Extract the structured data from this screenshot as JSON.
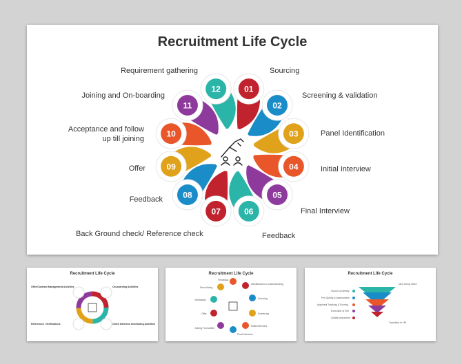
{
  "main": {
    "title": "Recruitment Life Cycle",
    "steps": [
      {
        "num": "01",
        "label": "Sourcing",
        "color": "#c0222e"
      },
      {
        "num": "02",
        "label": "Screening & validation",
        "color": "#1a8cc8"
      },
      {
        "num": "03",
        "label": "Panel Identification",
        "color": "#e0a21a"
      },
      {
        "num": "04",
        "label": "Initial Interview",
        "color": "#e8562a"
      },
      {
        "num": "05",
        "label": "Final Interview",
        "color": "#8e3a9d"
      },
      {
        "num": "06",
        "label": "Feedback",
        "color": "#2bb5a8"
      },
      {
        "num": "07",
        "label": "Back Ground check/ Reference check",
        "color": "#c0222e"
      },
      {
        "num": "08",
        "label": "Feedback",
        "color": "#1a8cc8"
      },
      {
        "num": "09",
        "label": "Offer",
        "color": "#e0a21a"
      },
      {
        "num": "10",
        "label": "Acceptance and follow up till joining",
        "color": "#e8562a"
      },
      {
        "num": "11",
        "label": "Joining and On-boarding",
        "color": "#8e3a9d"
      },
      {
        "num": "12",
        "label": "Requirement gathering",
        "color": "#2bb5a8"
      }
    ],
    "center_icon": "recruiter-handshake-icon"
  },
  "thumb1": {
    "title": "Recruitment Life Cycle",
    "items": [
      "Offer/Contract Management Activities",
      "On-boarding Activities",
      "References / Verifications",
      "Client Interview Scheduling Activities"
    ]
  },
  "thumb2": {
    "title": "Recruitment Life Cycle",
    "items": [
      "Feedback",
      "Identification & Understanding",
      "Short listing",
      "Sourcing",
      "Verification",
      "Screening",
      "Offer",
      "Initial Interview",
      "Joining Formalities",
      "Final Interview"
    ]
  },
  "thumb3": {
    "title": "Recruitment Life Cycle",
    "items": [
      "New Hiring Need",
      "Source & Identify",
      "Pre-Qualify & Assessment",
      "Applicant Tracking & Scoring",
      "Execution of hire",
      "Quality Assurance",
      "Transition to HR"
    ]
  }
}
